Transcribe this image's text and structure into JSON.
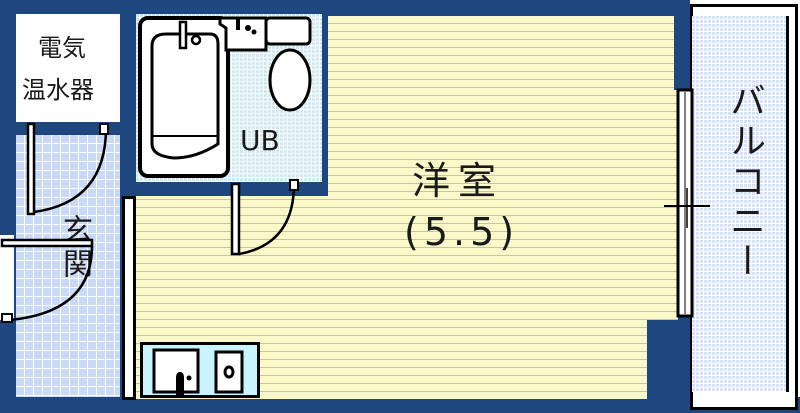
{
  "floor_plan": {
    "rooms": {
      "western_room": {
        "name": "洋室",
        "size": "(5.5)"
      },
      "unit_bath": {
        "name": "UB"
      },
      "entrance": {
        "name": "玄関"
      },
      "water_heater": {
        "name_line1": "電気",
        "name_line2": "温水器"
      },
      "balcony": {
        "name": "バルコニー"
      }
    },
    "colors": {
      "wall": "#1f477f",
      "western_room_floor": "#fbf9c9",
      "entrance_floor": "#c9d9f6",
      "bath_floor": "#cde8ef",
      "balcony_floor": "#d6e2f5",
      "kitchen_counter": "#c9f4fb"
    }
  }
}
